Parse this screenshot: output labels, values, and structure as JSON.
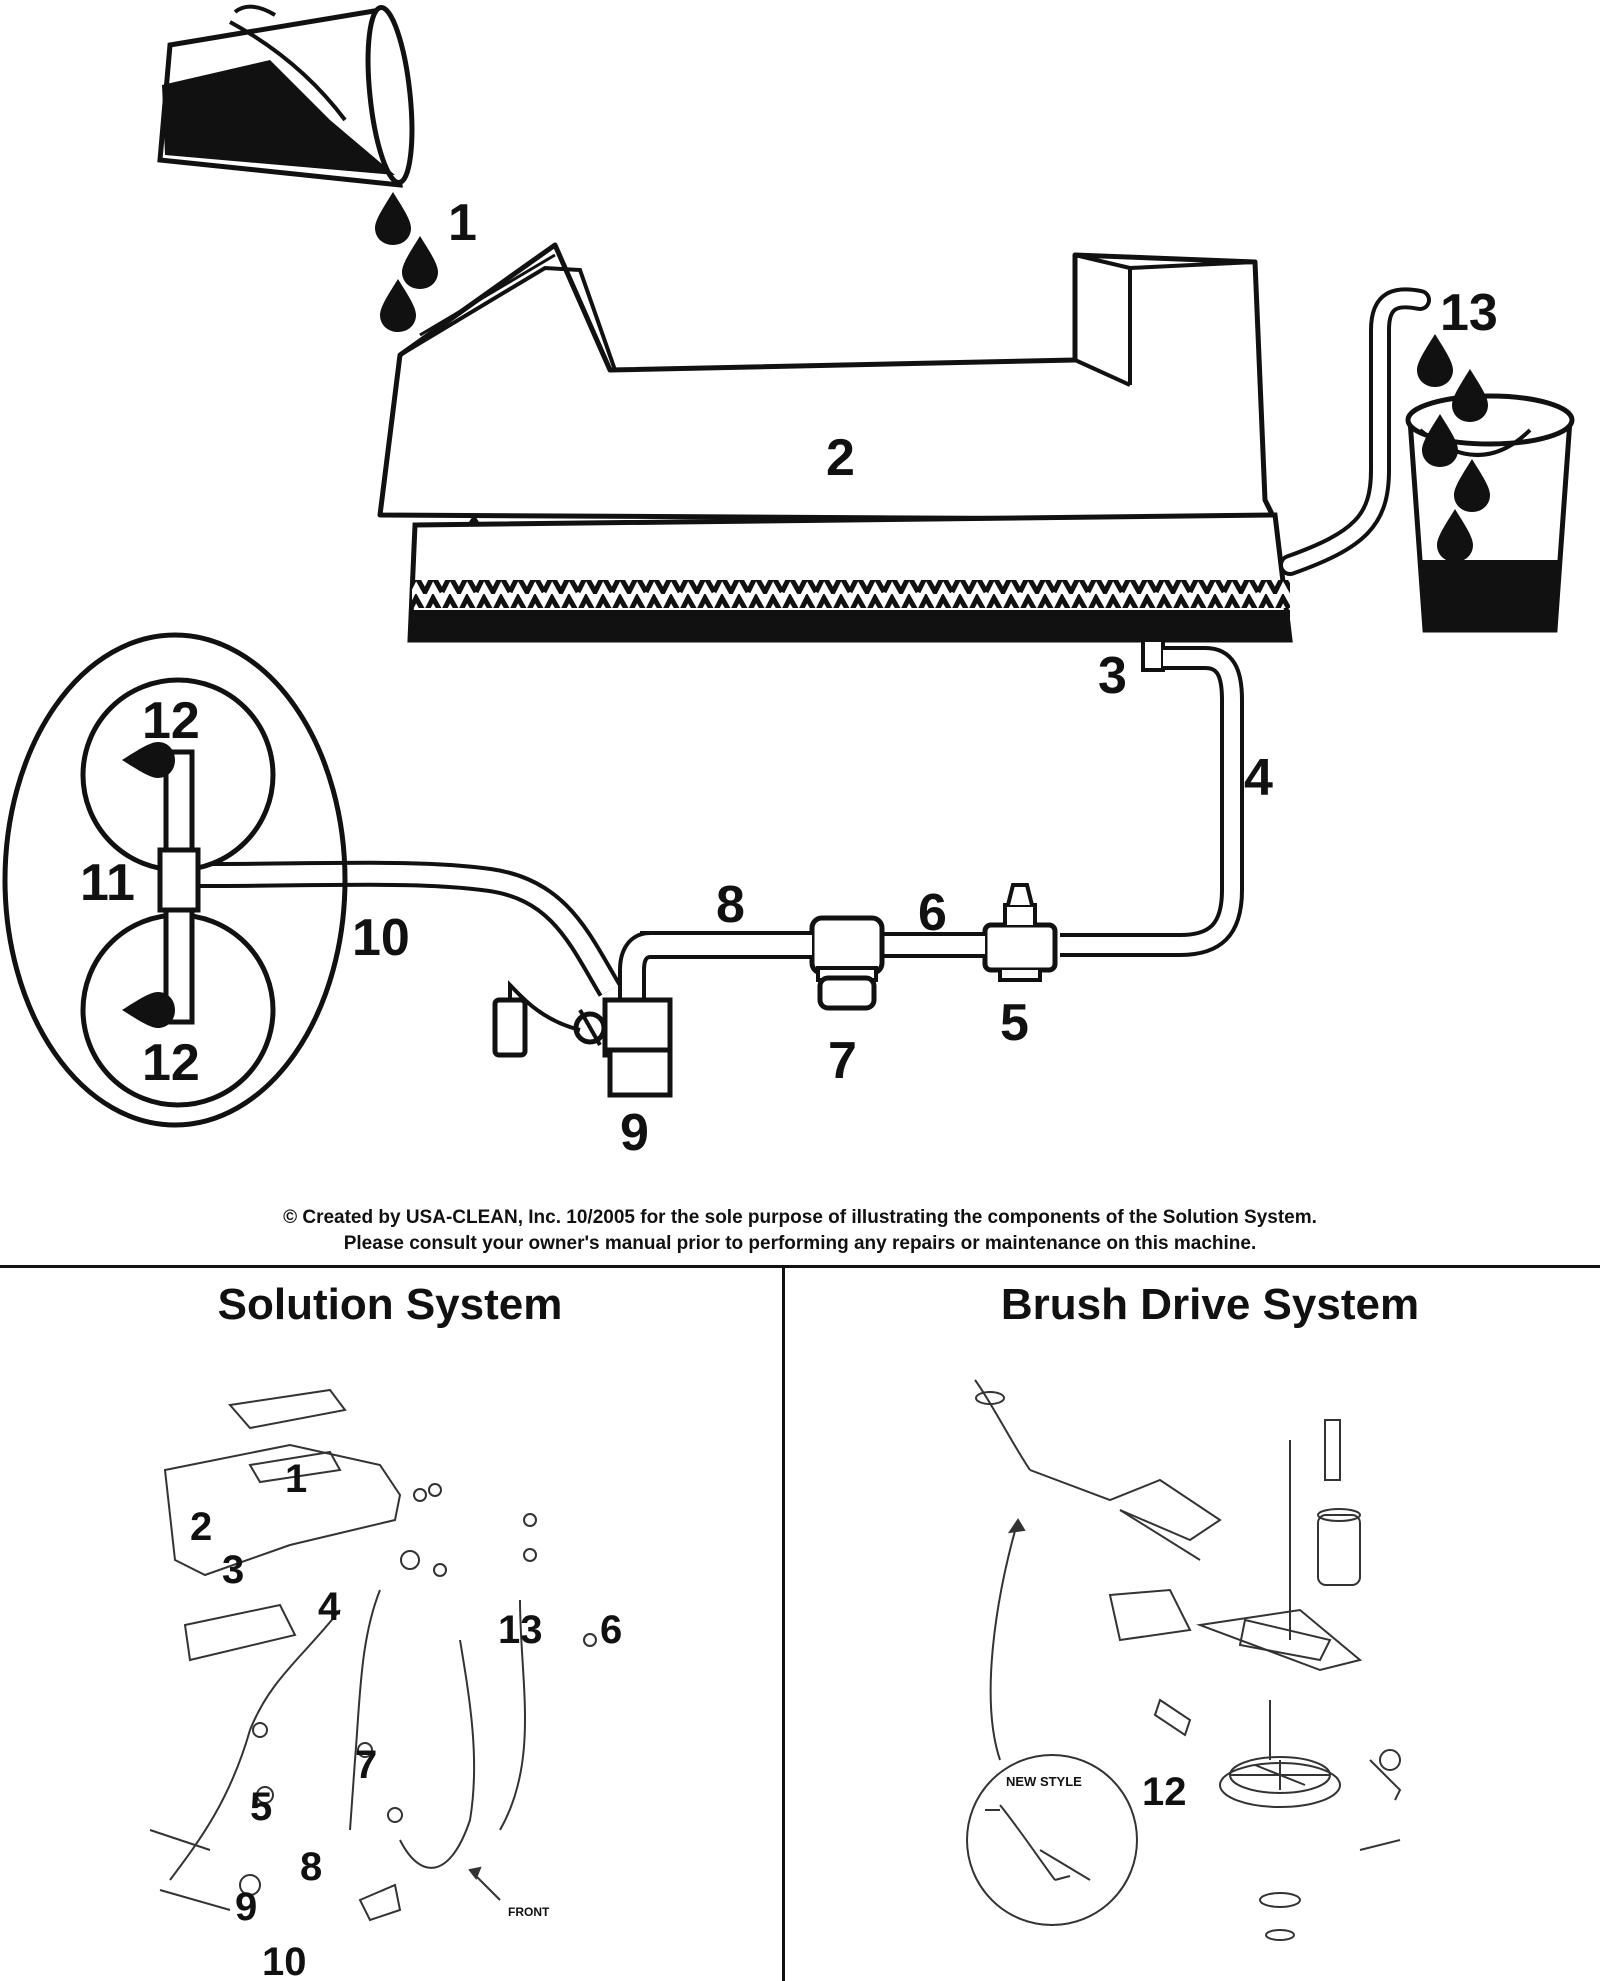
{
  "main_diagram": {
    "labels": [
      {
        "id": "1",
        "text": "1"
      },
      {
        "id": "2",
        "text": "2"
      },
      {
        "id": "3",
        "text": "3"
      },
      {
        "id": "4",
        "text": "4"
      },
      {
        "id": "5",
        "text": "5"
      },
      {
        "id": "6",
        "text": "6"
      },
      {
        "id": "7",
        "text": "7"
      },
      {
        "id": "8",
        "text": "8"
      },
      {
        "id": "9",
        "text": "9"
      },
      {
        "id": "10",
        "text": "10"
      },
      {
        "id": "11",
        "text": "11"
      },
      {
        "id": "12a",
        "text": "12"
      },
      {
        "id": "12b",
        "text": "12"
      },
      {
        "id": "13",
        "text": "13"
      }
    ],
    "copyright_line1": "© Created by USA-CLEAN, Inc. 10/2005 for the sole purpose of illustrating the components of the  Solution System.",
    "copyright_line2": "Please consult your owner's manual prior to performing any repairs or maintenance on this machine."
  },
  "solution_panel": {
    "title": "Solution System",
    "callouts": [
      "1",
      "2",
      "3",
      "4",
      "13",
      "6",
      "7",
      "5",
      "8",
      "9",
      "10"
    ],
    "front_label": "FRONT"
  },
  "brush_panel": {
    "title": "Brush Drive System",
    "callouts": [
      "12"
    ],
    "inset_label": "NEW STYLE"
  }
}
